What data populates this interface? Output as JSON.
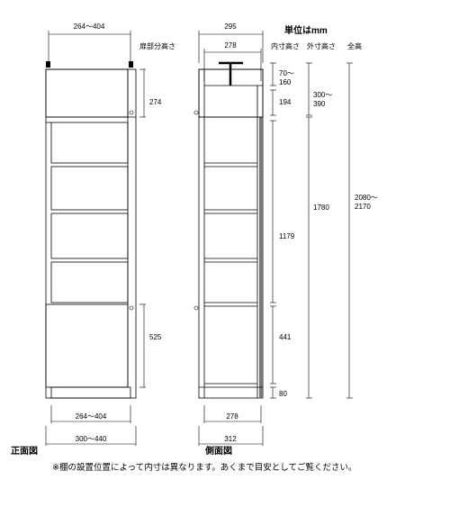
{
  "header": {
    "unit": "単位はmm",
    "col_inner": "内寸高さ",
    "col_outer": "外寸高さ",
    "col_total": "全高",
    "col_door": "扉部分高さ"
  },
  "front": {
    "top_width": "264～404",
    "door_upper": "274",
    "door_lower": "525",
    "inner_width": "264～404",
    "outer_width": "300～440",
    "caption": "正面図"
  },
  "side": {
    "top_depth": "295",
    "inner_depth": "278",
    "bottom_inner_depth": "278",
    "outer_depth": "312",
    "caption": "側面図"
  },
  "dims": {
    "gap": "70～\n160",
    "inner_top": "194",
    "inner_mid": "1179",
    "inner_low": "441",
    "inner_base": "80",
    "outer_top": "300～\n390",
    "outer_body": "1780",
    "total": "2080～\n2170"
  },
  "note": "※棚の設置位置によって内寸は異なります。あくまで目安としてご覧ください。"
}
